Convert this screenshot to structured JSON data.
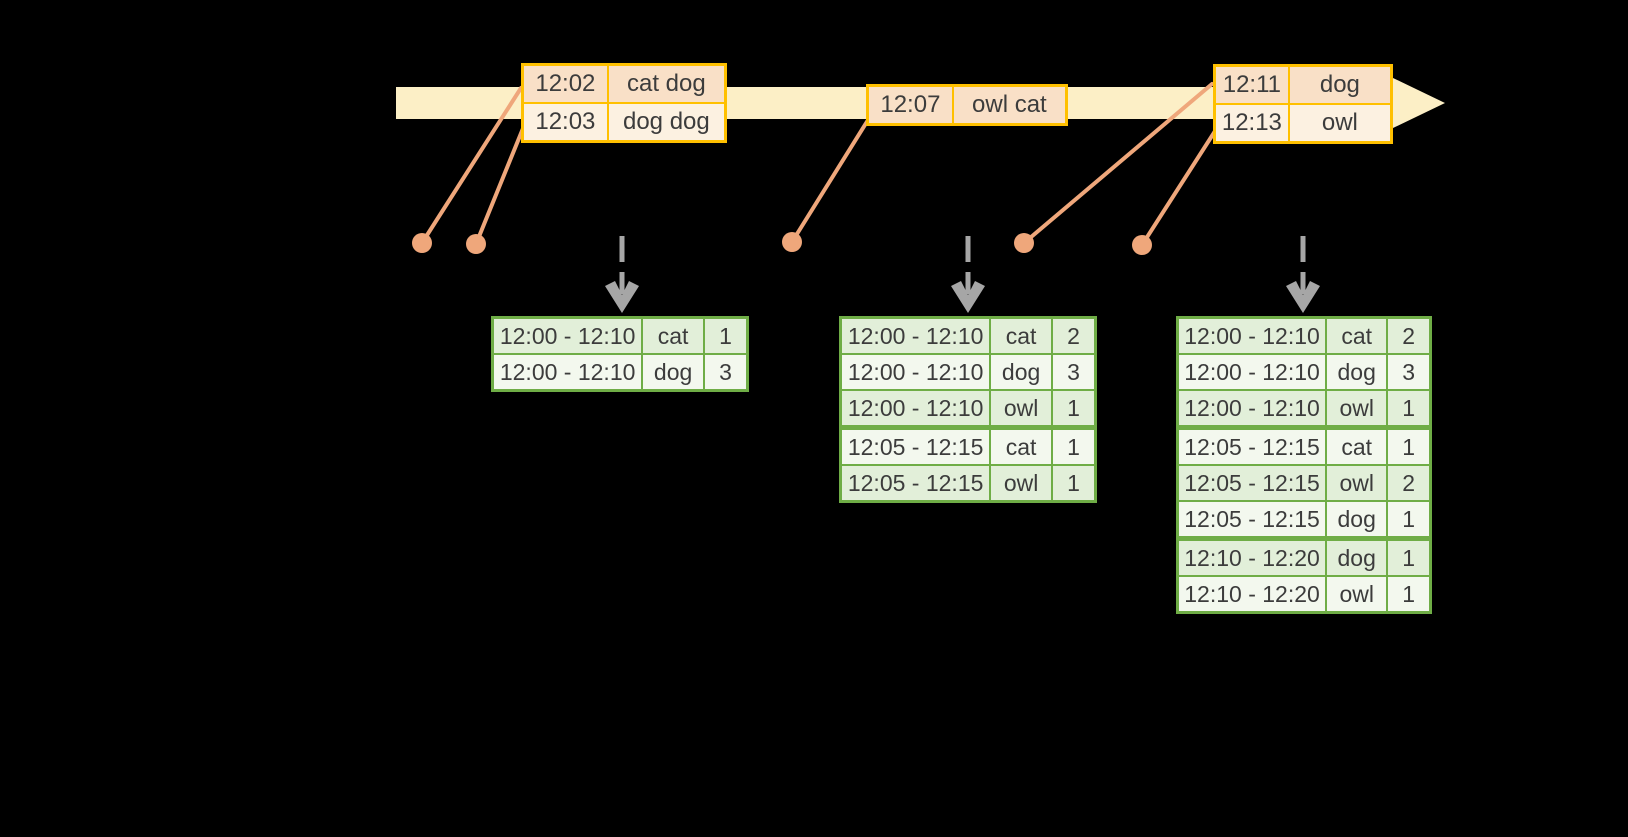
{
  "colors": {
    "background": "#000000",
    "timeline_band": "#FCEFC6",
    "event_border": "#FFC000",
    "event_row_fill_dark": "#F9E0C7",
    "event_row_fill_light": "#FCF1E1",
    "connector": "#EFA77B",
    "trigger_arrow": "#A6A6A6",
    "result_border": "#6FAD46",
    "result_row_fill_dark": "#E2EFD9",
    "result_row_fill_light": "#F3F8EE",
    "text": "#3C3C3C"
  },
  "icons": {
    "timeline_arrow": "right-arrow",
    "event_marker": "dot",
    "trigger_arrow": "dashed-down-arrow"
  },
  "timeline": {
    "event_tables": [
      {
        "id": "t1",
        "rows": [
          {
            "time": "12:02",
            "words": "cat dog"
          },
          {
            "time": "12:03",
            "words": "dog dog"
          }
        ]
      },
      {
        "id": "t2",
        "rows": [
          {
            "time": "12:07",
            "words": "owl cat"
          }
        ]
      },
      {
        "id": "t3",
        "rows": [
          {
            "time": "12:11",
            "words": "dog"
          },
          {
            "time": "12:13",
            "words": "owl"
          }
        ]
      }
    ]
  },
  "result_tables": [
    {
      "id": "r1",
      "groups": [
        [
          {
            "window": "12:00 - 12:10",
            "word": "cat",
            "count": "1"
          },
          {
            "window": "12:00 - 12:10",
            "word": "dog",
            "count": "3"
          }
        ]
      ]
    },
    {
      "id": "r2",
      "groups": [
        [
          {
            "window": "12:00 - 12:10",
            "word": "cat",
            "count": "2"
          },
          {
            "window": "12:00 - 12:10",
            "word": "dog",
            "count": "3"
          },
          {
            "window": "12:00 - 12:10",
            "word": "owl",
            "count": "1"
          }
        ],
        [
          {
            "window": "12:05 - 12:15",
            "word": "cat",
            "count": "1"
          },
          {
            "window": "12:05 - 12:15",
            "word": "owl",
            "count": "1"
          }
        ]
      ]
    },
    {
      "id": "r3",
      "groups": [
        [
          {
            "window": "12:00 - 12:10",
            "word": "cat",
            "count": "2"
          },
          {
            "window": "12:00 - 12:10",
            "word": "dog",
            "count": "3"
          },
          {
            "window": "12:00 - 12:10",
            "word": "owl",
            "count": "1"
          }
        ],
        [
          {
            "window": "12:05 - 12:15",
            "word": "cat",
            "count": "1"
          },
          {
            "window": "12:05 - 12:15",
            "word": "owl",
            "count": "2"
          },
          {
            "window": "12:05 - 12:15",
            "word": "dog",
            "count": "1"
          }
        ],
        [
          {
            "window": "12:10 - 12:20",
            "word": "dog",
            "count": "1"
          },
          {
            "window": "12:10 - 12:20",
            "word": "owl",
            "count": "1"
          }
        ]
      ]
    }
  ]
}
